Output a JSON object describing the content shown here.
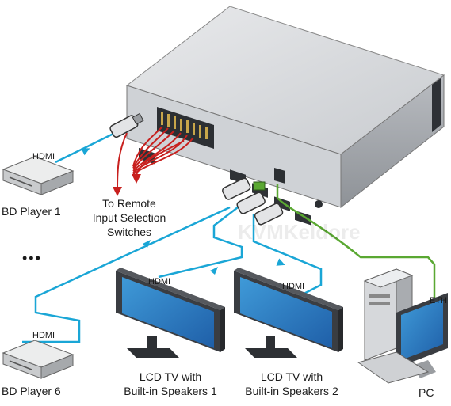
{
  "labels": {
    "bd_player_1": "BD Player 1",
    "bd_player_6": "BD Player 6",
    "ellipsis": "•••",
    "hdmi_1": "HDMI",
    "hdmi_6": "HDMI",
    "hdmi_tv1": "HDMI",
    "hdmi_tv2": "HDMI",
    "remote_line1": "To Remote",
    "remote_line2": "Input Selection",
    "remote_line3": "Switches",
    "tv1_line1": "LCD TV with",
    "tv1_line2": "Built-in Speakers 1",
    "tv2_line1": "LCD TV with",
    "tv2_line2": "Built-in Speakers 2",
    "eth": "ETH",
    "pc": "PC",
    "watermark": "KVMKeldore"
  },
  "colors": {
    "hdmi_cable": "#1aa6d6",
    "remote_wire": "#c8201e",
    "eth_cable": "#5aa832",
    "device_body": "#d8dadc",
    "device_dark": "#3a3d42"
  }
}
